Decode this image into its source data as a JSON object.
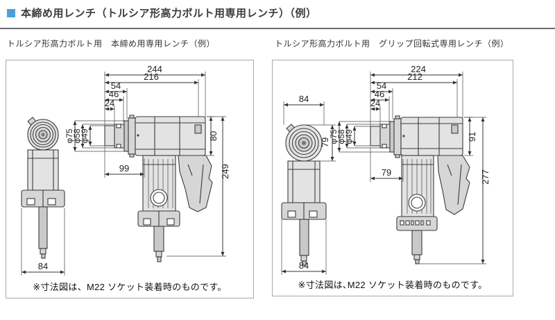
{
  "header": {
    "title": "本締め用レンチ（トルシア形高力ボルト用専用レンチ）（例）",
    "bullet_color": "#4b9fd8"
  },
  "left_panel": {
    "title": "トルシア形高力ボルト用　本締め用専用レンチ（例）",
    "note": "※寸法図は、M22 ソケット装着時のものです。",
    "dims": {
      "overall_length": "244",
      "body_length": "216",
      "step_a": "54",
      "step_b": "46",
      "step_c": "24",
      "dia_outer": "φ75",
      "dia_mid": "φ58",
      "dia_inner": "φ49",
      "cyl_height": "80",
      "overall_height": "249",
      "head_offset": "99",
      "front_width": "84"
    }
  },
  "right_panel": {
    "title": "トルシア形高力ボルト用　グリップ回転式専用レンチ（例）",
    "note": "※寸法図は､M22 ソケット装着時のものです。",
    "dims": {
      "overall_length": "224",
      "body_length": "212",
      "step_a": "54",
      "step_b": "46",
      "step_c": "24",
      "front_width_top": "84",
      "front_height": "79",
      "dia_outer": "φ75",
      "dia_mid": "φ58",
      "dia_inner": "φ49",
      "cyl_height": "91",
      "overall_height": "277",
      "head_offset": "79",
      "front_width": "84"
    }
  }
}
